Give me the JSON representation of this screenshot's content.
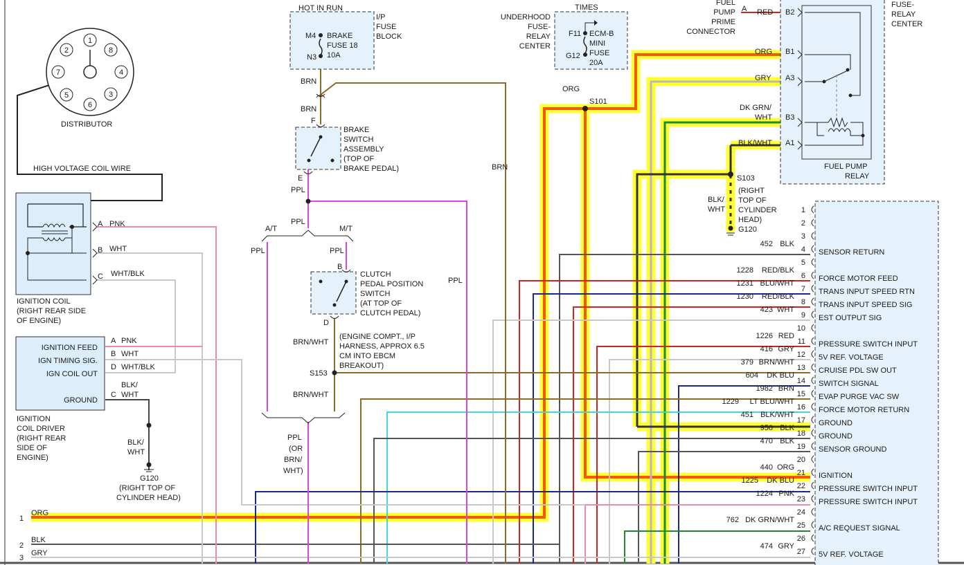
{
  "distributor": {
    "label": "DISTRIBUTOR",
    "pins": [
      "1",
      "8",
      "4",
      "3",
      "6",
      "5",
      "7",
      "2"
    ]
  },
  "hv_coil_wire": "HIGH VOLTAGE COIL WIRE",
  "ignition_coil": {
    "lines": [
      "IGNITION COIL",
      "(RIGHT REAR SIDE",
      "OF ENGINE)"
    ],
    "pins": [
      {
        "pin": "A",
        "color": "PNK"
      },
      {
        "pin": "B",
        "color": "WHT"
      },
      {
        "pin": "C",
        "color": "WHT/BLK"
      }
    ]
  },
  "coil_driver": {
    "lines": [
      "IGNITION",
      "COIL DRIVER",
      "(RIGHT REAR",
      "SIDE OF",
      "ENGINE)"
    ],
    "rows": [
      {
        "label": "IGNITION FEED",
        "pin": "A",
        "color": "PNK"
      },
      {
        "label": "IGN TIMING SIG.",
        "pin": "B",
        "color": "WHT"
      },
      {
        "label": "IGN COIL OUT",
        "pin": "D",
        "color": "WHT/BLK"
      },
      {
        "label": "GROUND",
        "pin": "C",
        "color": ""
      }
    ],
    "ground_wire": [
      "BLK/",
      "WHT"
    ],
    "ground_wire2": [
      "BLK/",
      "WHT"
    ],
    "ground": "G120",
    "ground_desc": [
      "(RIGHT TOP OF",
      "CYLINDER HEAD)"
    ]
  },
  "left_wires": [
    {
      "num": "1",
      "color": "ORG"
    },
    {
      "num": "2",
      "color": "BLK"
    },
    {
      "num": "3",
      "color": "GRY"
    }
  ],
  "fuse_block": {
    "title": "HOT IN RUN",
    "name": [
      "I/P",
      "FUSE",
      "BLOCK"
    ],
    "pin_in": "M4",
    "pin_out": "N3",
    "fuse": [
      "BRAKE",
      "FUSE 18",
      "10A"
    ]
  },
  "brake_switch": {
    "wire_top": "BRN",
    "wire_top2": "BRN",
    "pin_in": "F",
    "pin_out": "E",
    "lines": [
      "BRAKE",
      "SWITCH",
      "ASSEMBLY",
      "(TOP OF",
      "BRAKE PEDAL)"
    ]
  },
  "ppl_labels": {
    "a": "PPL",
    "b": "PPL",
    "c": "PPL",
    "d": "PPL",
    "e": "PPL"
  },
  "brn_label": "BRN",
  "transmission": {
    "at": "A/T",
    "mt": "M/T"
  },
  "clutch_switch": {
    "pin_in": "B",
    "pin_out": "D",
    "lines": [
      "CLUTCH",
      "PEDAL POSITION",
      "SWITCH",
      "(AT TOP OF",
      "CLUTCH PEDAL)"
    ],
    "wire_out": "BRN/WHT",
    "wire_out2": "BRN/WHT",
    "splice": "S153",
    "note": [
      "(ENGINE COMPT., I/P",
      "HARNESS, APPROX 6.5",
      "CM INTO EBCM",
      "BREAKOUT)"
    ]
  },
  "bottom_ppl": [
    "PPL",
    "(OR",
    "BRN/",
    "WHT)"
  ],
  "underhood": {
    "name": [
      "UNDERHOOD",
      "FUSE-",
      "RELAY",
      "CENTER"
    ],
    "title": "TIMES",
    "pin_in": "F11",
    "pin_out": "G12",
    "fuse": [
      "ECM-B",
      "MINI",
      "FUSE",
      "20A"
    ],
    "wire": "ORG",
    "splice": "S101"
  },
  "fuel_prime": {
    "lines": [
      "FUEL",
      "PUMP",
      "PRIME",
      "CONNECTOR"
    ],
    "pin": "A",
    "color": "RED"
  },
  "relay_center": {
    "lines": [
      "FUSE-",
      "RELAY",
      "CENTER"
    ],
    "relay": [
      "FUEL PUMP",
      "RELAY"
    ],
    "pins": [
      {
        "pin": "B2",
        "color": "RED"
      },
      {
        "pin": "B1",
        "color": "ORG"
      },
      {
        "pin": "A3",
        "color": "GRY"
      },
      {
        "pin": "B3",
        "color": [
          "DK GRN/",
          "WHT"
        ]
      },
      {
        "pin": "A1",
        "color": "BLK/WHT"
      }
    ]
  },
  "s103": {
    "splice": "S103",
    "wire": [
      "BLK/",
      "WHT"
    ],
    "desc": [
      "(RIGHT",
      "TOP OF",
      "CYLINDER",
      "HEAD)"
    ],
    "ground": "G120"
  },
  "pcm_rows": [
    {
      "pin": "1",
      "circuit": "",
      "color": "",
      "label": ""
    },
    {
      "pin": "2",
      "circuit": "",
      "color": "",
      "label": ""
    },
    {
      "pin": "3",
      "circuit": "",
      "color": "",
      "label": ""
    },
    {
      "pin": "4",
      "circuit": "452",
      "color": "BLK",
      "label": "SENSOR RETURN"
    },
    {
      "pin": "5",
      "circuit": "",
      "color": "",
      "label": ""
    },
    {
      "pin": "6",
      "circuit": "1228",
      "color": "RED/BLK",
      "label": "FORCE MOTOR FEED"
    },
    {
      "pin": "7",
      "circuit": "1231",
      "color": "BLU/WHT",
      "label": "TRANS INPUT SPEED RTN"
    },
    {
      "pin": "8",
      "circuit": "1230",
      "color": "RED/BLK",
      "label": "TRANS INPUT SPEED SIG"
    },
    {
      "pin": "9",
      "circuit": "423",
      "color": "WHT",
      "label": "EST OUTPUT SIG"
    },
    {
      "pin": "10",
      "circuit": "",
      "color": "",
      "label": ""
    },
    {
      "pin": "11",
      "circuit": "1226",
      "color": "RED",
      "label": "PRESSURE SWITCH INPUT"
    },
    {
      "pin": "12",
      "circuit": "416",
      "color": "GRY",
      "label": "5V REF. VOLTAGE"
    },
    {
      "pin": "13",
      "circuit": "379",
      "color": "BRN/WHT",
      "label": "CRUISE PDL SW OUT"
    },
    {
      "pin": "14",
      "circuit": "604",
      "color": "DK BLU",
      "label": "SWITCH SIGNAL"
    },
    {
      "pin": "15",
      "circuit": "1982",
      "color": "BRN",
      "label": "EVAP PURGE VAC SW"
    },
    {
      "pin": "16",
      "circuit": "1229",
      "color": "LT BLU/WHT",
      "label": "FORCE MOTOR RETURN"
    },
    {
      "pin": "17",
      "circuit": "451",
      "color": "BLK/WHT",
      "label": "GROUND"
    },
    {
      "pin": "18",
      "circuit": "950",
      "color": "BLK",
      "label": "GROUND"
    },
    {
      "pin": "19",
      "circuit": "470",
      "color": "BLK",
      "label": "SENSOR GROUND"
    },
    {
      "pin": "20",
      "circuit": "",
      "color": "",
      "label": ""
    },
    {
      "pin": "21",
      "circuit": "440",
      "color": "ORG",
      "label": "IGNITION"
    },
    {
      "pin": "22",
      "circuit": "1225",
      "color": "DK BLU",
      "label": "PRESSURE SWITCH INPUT"
    },
    {
      "pin": "23",
      "circuit": "1224",
      "color": "PNK",
      "label": "PRESSURE SWITCH INPUT"
    },
    {
      "pin": "24",
      "circuit": "",
      "color": "",
      "label": ""
    },
    {
      "pin": "25",
      "circuit": "762",
      "color": "DK GRN/WHT",
      "label": "A/C REQUEST SIGNAL"
    },
    {
      "pin": "26",
      "circuit": "",
      "color": "",
      "label": ""
    },
    {
      "pin": "27",
      "circuit": "474",
      "color": "GRY",
      "label": "5V REF. VOLTAGE"
    }
  ],
  "colors": {
    "org": "#f25a0a",
    "highlight": "#ffff33",
    "red": "#d42020",
    "pnk": "#f08aa0",
    "wht": "#c8c8c8",
    "blk": "#3a3a3a",
    "grn": "#1a8a2a",
    "brn": "#8b6a2a",
    "ppl": "#e040e0",
    "blu": "#1a2a8a",
    "ltblu": "#40d8e0",
    "box": "#dceefb"
  }
}
